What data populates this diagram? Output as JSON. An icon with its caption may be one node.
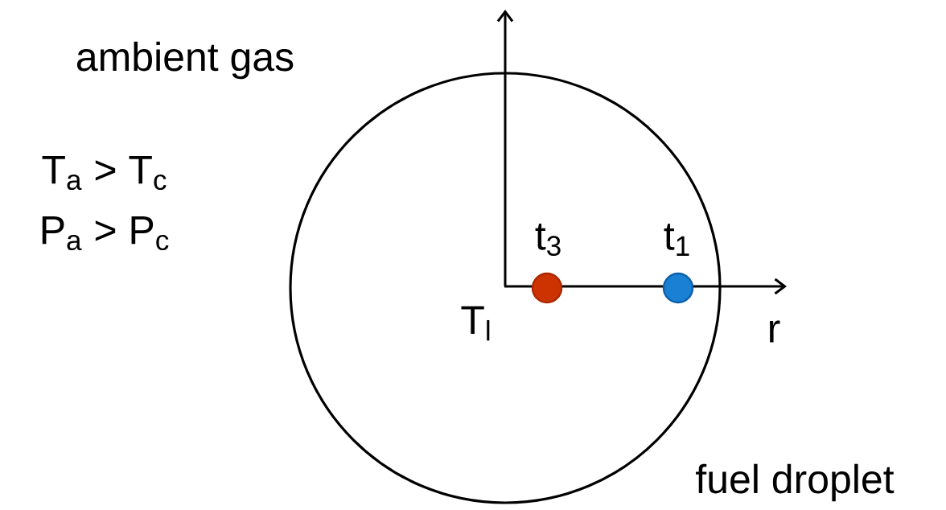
{
  "diagram": {
    "nodes": [
      {
        "text": [],
        "shape": "circle",
        "beside": [
          "fuel droplet"
        ]
      },
      {
        "text": [],
        "shape": "circle",
        "in": 0,
        "beside": [
          "t$_{3}$"
        ]
      },
      {
        "text": [],
        "shape": "circle",
        "in": 0,
        "beside": [
          "t$_{1}$"
        ]
      }
    ],
    "labels": [
      "ambient gas",
      "T$_{a}$ > T$_{c}$",
      "P$_{a}$ > P$_{c}$",
      "T$_{l}$",
      "r"
    ]
  }
}
